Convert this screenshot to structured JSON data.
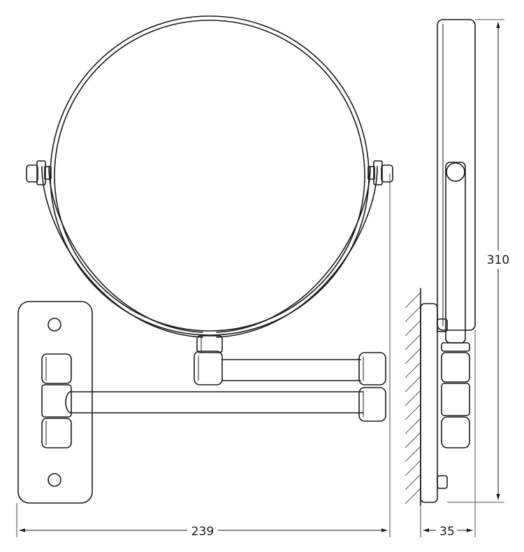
{
  "dimensions": {
    "width_label": "239",
    "depth_label": "35",
    "height_label": "310"
  },
  "colors": {
    "line": "#1a1a1a",
    "background": "#ffffff"
  }
}
